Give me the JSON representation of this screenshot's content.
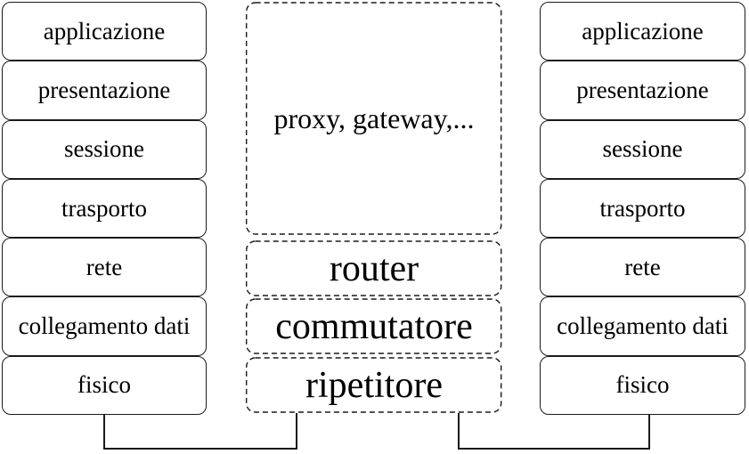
{
  "diagram": {
    "left_stack": {
      "layers": [
        "applicazione",
        "presentazione",
        "sessione",
        "trasporto",
        "rete",
        "collegamento dati",
        "fisico"
      ]
    },
    "middle_stack": {
      "devices": [
        "proxy, gateway,...",
        "router",
        "commutatore",
        "ripetitore"
      ]
    },
    "right_stack": {
      "layers": [
        "applicazione",
        "presentazione",
        "sessione",
        "trasporto",
        "rete",
        "collegamento dati",
        "fisico"
      ]
    },
    "colors": {
      "line": "#1a1a1a",
      "text": "#000000",
      "background": "#ffffff"
    }
  }
}
